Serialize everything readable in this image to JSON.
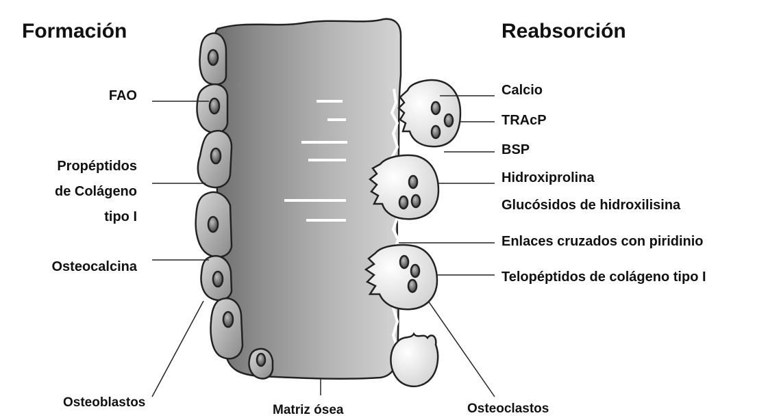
{
  "titles": {
    "formation": "Formación",
    "resorption": "Reabsorción"
  },
  "formation_markers": {
    "fao": "FAO",
    "propeptides_line1": "Propéptidos",
    "propeptides_line2": "de Colágeno",
    "propeptides_line3": "tipo I",
    "osteocalcin": "Osteocalcina"
  },
  "resorption_markers": {
    "calcium": "Calcio",
    "tracp": "TRAcP",
    "bsp": "BSP",
    "hydroxyproline": "Hidroxiprolina",
    "glucosides": "Glucósidos de hidroxilisina",
    "crosslinks": "Enlaces cruzados con piridinio",
    "telopeptides": "Telopéptidos de colágeno tipo I"
  },
  "cell_labels": {
    "osteoblasts": "Osteoblastos",
    "matrix": "Matriz ósea",
    "osteoclasts": "Osteoclastos"
  }
}
